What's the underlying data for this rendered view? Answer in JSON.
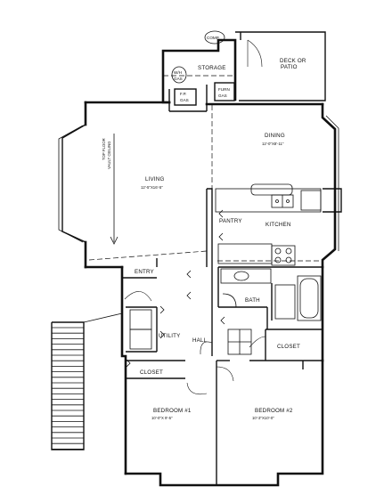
{
  "rooms": {
    "comp": "COMP.",
    "storage": "STORAGE",
    "deck": "DECK OR",
    "deck2": "PATIO",
    "wh": "W/H",
    "wh2": "GAS",
    "fp": "F.P.",
    "fp2": "GAS",
    "furn": "FURN",
    "furn2": "GAS",
    "dining": "DINING",
    "dining_dim": "12'-0\"X8'-11\"",
    "living": "LIVING",
    "living_dim": "12'-5\"X16'-5\"",
    "vault": "TOP FLOOR",
    "vault2": "VAULT CEILING",
    "pantry": "PANTRY",
    "kitchen": "KITCHEN",
    "entry": "ENTRY",
    "bath": "BATH",
    "utility": "UTILITY",
    "hall": "HALL",
    "closet_right": "CLOSET",
    "closet_left": "CLOSET",
    "bedroom1": "BEDROOM #1",
    "bedroom1_dim": "10'-0\"X 9'-5\"",
    "bedroom2": "BEDROOM #2",
    "bedroom2_dim": "10'-3\"X10'-0\""
  }
}
